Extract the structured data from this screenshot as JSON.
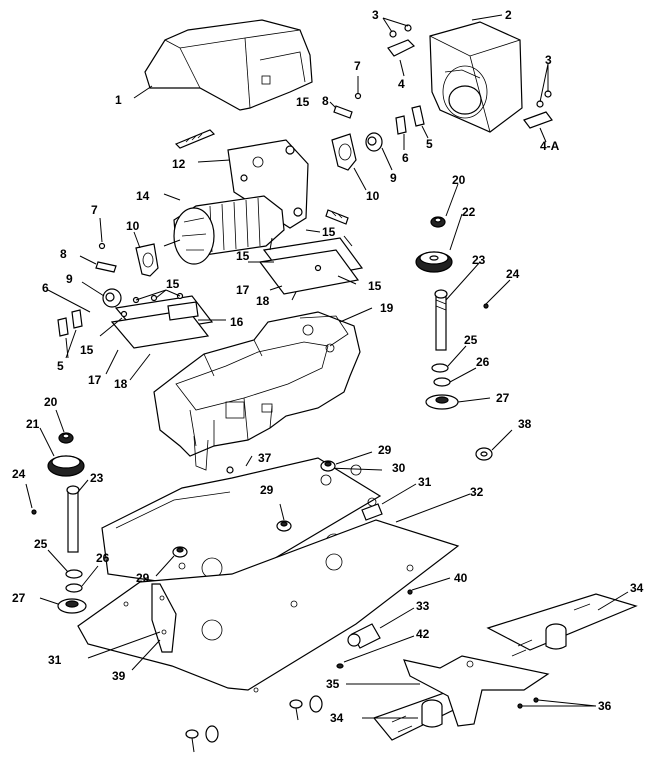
{
  "diagram": {
    "colors": {
      "ink": "#000000",
      "paper": "#ffffff"
    },
    "callouts": [
      {
        "id": "c1",
        "text": "1"
      },
      {
        "id": "c2",
        "text": "2"
      },
      {
        "id": "c3a",
        "text": "3"
      },
      {
        "id": "c3b",
        "text": "3"
      },
      {
        "id": "c4",
        "text": "4"
      },
      {
        "id": "c4a",
        "text": "4-A"
      },
      {
        "id": "c5a",
        "text": "5"
      },
      {
        "id": "c5b",
        "text": "5"
      },
      {
        "id": "c6a",
        "text": "6"
      },
      {
        "id": "c6b",
        "text": "6"
      },
      {
        "id": "c7a",
        "text": "7"
      },
      {
        "id": "c7b",
        "text": "7"
      },
      {
        "id": "c8a",
        "text": "8"
      },
      {
        "id": "c8b",
        "text": "8"
      },
      {
        "id": "c9a",
        "text": "9"
      },
      {
        "id": "c9b",
        "text": "9"
      },
      {
        "id": "c10a",
        "text": "10"
      },
      {
        "id": "c10b",
        "text": "10"
      },
      {
        "id": "c12",
        "text": "12"
      },
      {
        "id": "c14",
        "text": "14"
      },
      {
        "id": "c15a",
        "text": "15"
      },
      {
        "id": "c15b",
        "text": "15"
      },
      {
        "id": "c15c",
        "text": "15"
      },
      {
        "id": "c15d",
        "text": "15"
      },
      {
        "id": "c15e",
        "text": "15"
      },
      {
        "id": "c15f",
        "text": "15"
      },
      {
        "id": "c16",
        "text": "16"
      },
      {
        "id": "c17a",
        "text": "17"
      },
      {
        "id": "c17b",
        "text": "17"
      },
      {
        "id": "c18a",
        "text": "18"
      },
      {
        "id": "c18b",
        "text": "18"
      },
      {
        "id": "c19",
        "text": "19"
      },
      {
        "id": "c20a",
        "text": "20"
      },
      {
        "id": "c20b",
        "text": "20"
      },
      {
        "id": "c21",
        "text": "21"
      },
      {
        "id": "c22",
        "text": "22"
      },
      {
        "id": "c23a",
        "text": "23"
      },
      {
        "id": "c23b",
        "text": "23"
      },
      {
        "id": "c24a",
        "text": "24"
      },
      {
        "id": "c24b",
        "text": "24"
      },
      {
        "id": "c25a",
        "text": "25"
      },
      {
        "id": "c25b",
        "text": "25"
      },
      {
        "id": "c26a",
        "text": "26"
      },
      {
        "id": "c26b",
        "text": "26"
      },
      {
        "id": "c27a",
        "text": "27"
      },
      {
        "id": "c27b",
        "text": "27"
      },
      {
        "id": "c29a",
        "text": "29"
      },
      {
        "id": "c29b",
        "text": "29"
      },
      {
        "id": "c29c",
        "text": "29"
      },
      {
        "id": "c30",
        "text": "30"
      },
      {
        "id": "c31a",
        "text": "31"
      },
      {
        "id": "c31b",
        "text": "31"
      },
      {
        "id": "c32",
        "text": "32"
      },
      {
        "id": "c33",
        "text": "33"
      },
      {
        "id": "c34a",
        "text": "34"
      },
      {
        "id": "c34b",
        "text": "34"
      },
      {
        "id": "c35",
        "text": "35"
      },
      {
        "id": "c36",
        "text": "36"
      },
      {
        "id": "c37",
        "text": "37"
      },
      {
        "id": "c38",
        "text": "38"
      },
      {
        "id": "c39",
        "text": "39"
      },
      {
        "id": "c40",
        "text": "40"
      },
      {
        "id": "c42",
        "text": "42"
      }
    ]
  }
}
